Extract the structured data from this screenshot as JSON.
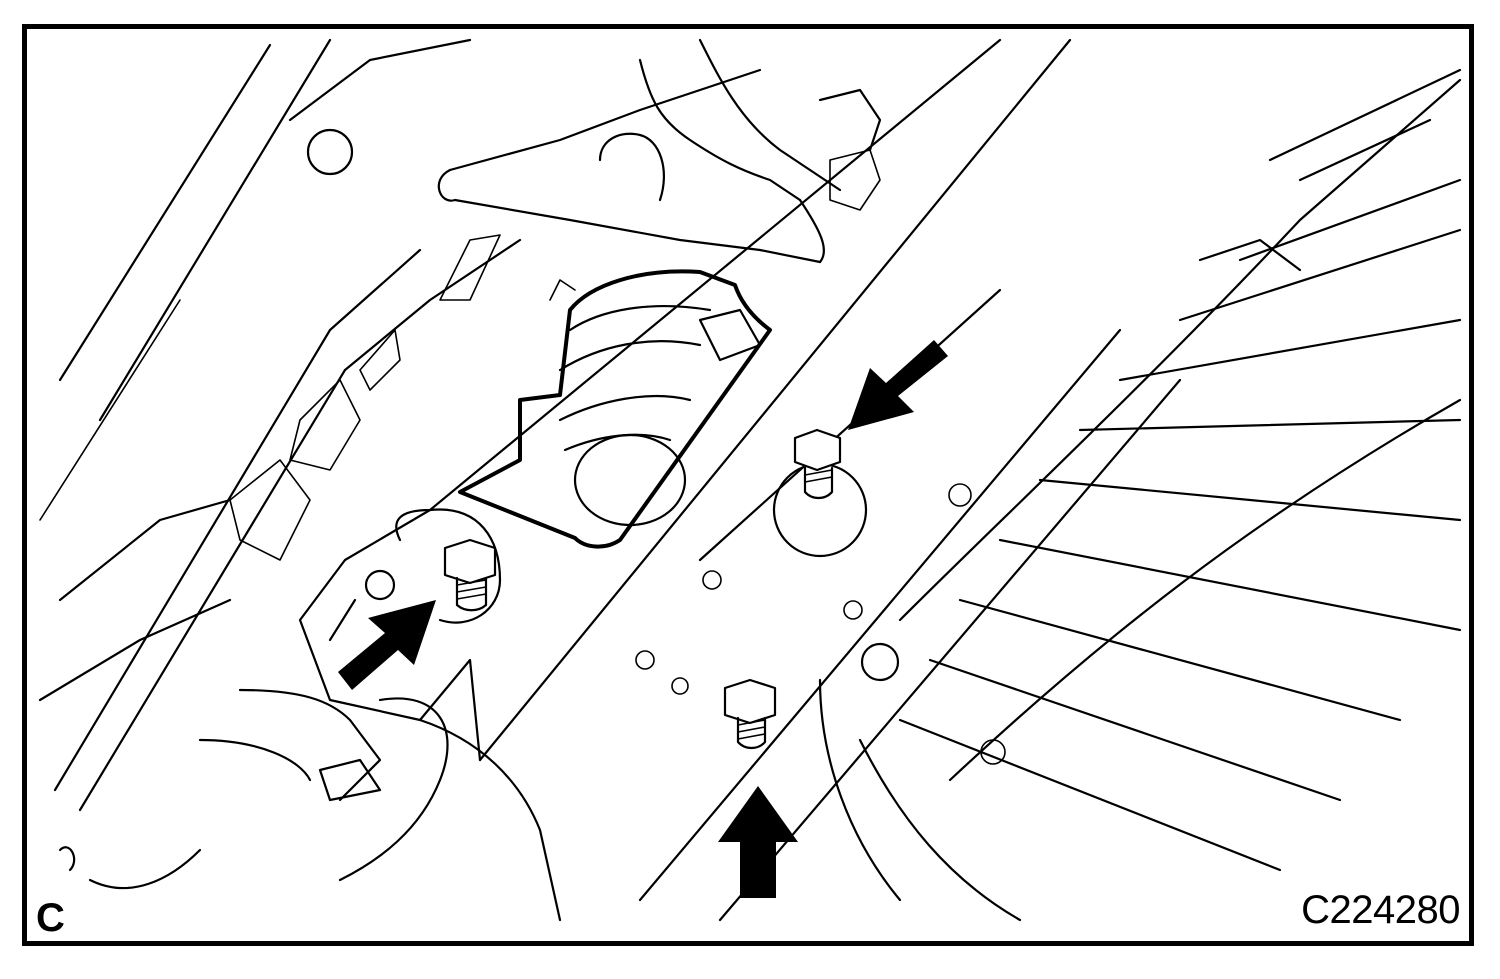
{
  "figure": {
    "view_code": "C",
    "reference_number": "C224280",
    "colors": {
      "line": "#000000",
      "background": "#ffffff"
    },
    "callouts": [
      {
        "name": "arrow-left-bolt",
        "points_to": "left-bolt"
      },
      {
        "name": "arrow-right-bolt",
        "points_to": "right-bolt"
      },
      {
        "name": "arrow-bottom-bolt",
        "points_to": "bottom-bolt"
      }
    ]
  }
}
